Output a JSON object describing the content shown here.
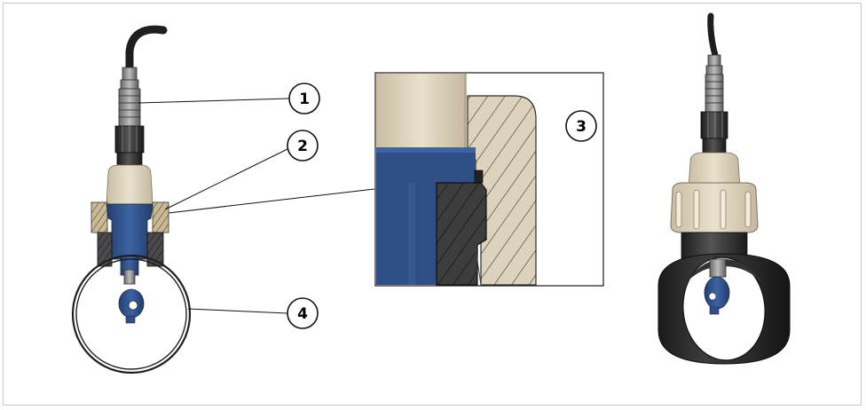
{
  "callouts": [
    {
      "id": "callout-1",
      "label": "1"
    },
    {
      "id": "callout-2",
      "label": "2"
    },
    {
      "id": "callout-3",
      "label": "3"
    },
    {
      "id": "callout-4",
      "label": "4"
    }
  ],
  "colors": {
    "sensor_blue": "#2f4f86",
    "sensor_blue_light": "#3e63a3",
    "beige": "#ddd3bd",
    "gasket_dark": "#3a3a3a",
    "pipe_black": "#2a2a2a",
    "cable": "#1e1e1e",
    "frame_border": "#c8c8c8"
  }
}
